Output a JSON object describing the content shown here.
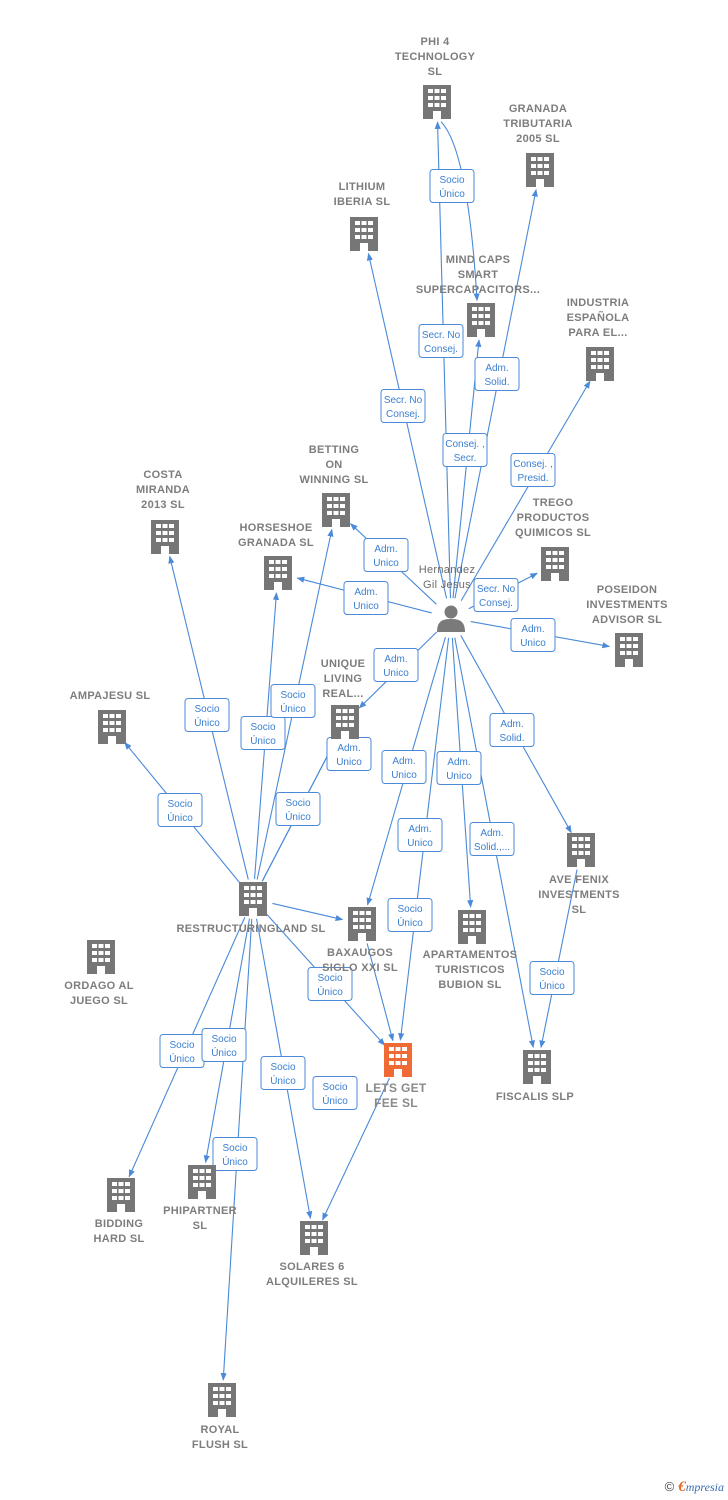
{
  "colors": {
    "edge": "#4a8ad8",
    "company": "#767676",
    "focus": "#ef6a34",
    "person": "#7a7a7a"
  },
  "nodes": [
    {
      "id": "phi4",
      "type": "company",
      "label": [
        "PHI 4",
        "TECHNOLOGY",
        "SL"
      ]
    },
    {
      "id": "granada",
      "type": "company",
      "label": [
        "GRANADA",
        "TRIBUTARIA",
        "2005 SL"
      ]
    },
    {
      "id": "lithium",
      "type": "company",
      "label": [
        "LITHIUM",
        "IBERIA  SL"
      ]
    },
    {
      "id": "mindcaps",
      "type": "company",
      "label": [
        "MIND CAPS",
        "SMART",
        "SUPERCAPACITORS..."
      ]
    },
    {
      "id": "industria",
      "type": "company",
      "label": [
        "INDUSTRIA",
        "ESPAÑOLA",
        "PARA EL..."
      ]
    },
    {
      "id": "betting",
      "type": "company",
      "label": [
        "BETTING",
        "ON",
        "WINNING  SL"
      ]
    },
    {
      "id": "costa",
      "type": "company",
      "label": [
        "COSTA",
        "MIRANDA",
        "2013  SL"
      ]
    },
    {
      "id": "horseshoe",
      "type": "company",
      "label": [
        "HORSESHOE",
        "GRANADA  SL"
      ]
    },
    {
      "id": "trego",
      "type": "company",
      "label": [
        "TREGO",
        "PRODUCTOS",
        "QUIMICOS  SL"
      ]
    },
    {
      "id": "person",
      "type": "person",
      "label": [
        "Hernandez",
        "Gil Jesus"
      ]
    },
    {
      "id": "poseidon",
      "type": "company",
      "label": [
        "POSEIDON",
        "INVESTMENTS",
        "ADVISOR  SL"
      ]
    },
    {
      "id": "unique",
      "type": "company",
      "label": [
        "UNIQUE",
        "LIVING",
        "REAL..."
      ]
    },
    {
      "id": "ampajesu",
      "type": "company",
      "label": [
        "AMPAJESU  SL"
      ]
    },
    {
      "id": "avefenix",
      "type": "company",
      "label": [
        "AVE FENIX",
        "INVESTMENTS",
        "SL"
      ]
    },
    {
      "id": "restructuring",
      "type": "company",
      "label": [
        "RESTRUCTURINGLAND SL"
      ]
    },
    {
      "id": "baxaugos",
      "type": "company",
      "label": [
        "BAXAUGOS",
        "SIGLO XXI SL"
      ]
    },
    {
      "id": "apartamentos",
      "type": "company",
      "label": [
        "APARTAMENTOS",
        "TURISTICOS",
        "BUBION SL"
      ]
    },
    {
      "id": "ordago",
      "type": "company",
      "label": [
        "ORDAGO AL",
        "JUEGO  SL"
      ]
    },
    {
      "id": "letsget",
      "type": "focus",
      "label": [
        "LETS GET",
        "FEE  SL"
      ]
    },
    {
      "id": "fiscalis",
      "type": "company",
      "label": [
        "FISCALIS  SLP"
      ]
    },
    {
      "id": "bidding",
      "type": "company",
      "label": [
        "BIDDING",
        "HARD  SL"
      ]
    },
    {
      "id": "phipartner",
      "type": "company",
      "label": [
        "PHIPARTNER",
        "SL"
      ]
    },
    {
      "id": "solares",
      "type": "company",
      "label": [
        "SOLARES 6",
        "ALQUILERES SL"
      ]
    },
    {
      "id": "royal",
      "type": "company",
      "label": [
        "ROYAL",
        "FLUSH  SL"
      ]
    }
  ],
  "edges": [
    {
      "from": "person",
      "to": "phi4",
      "label": [
        "Secr.  No",
        "Consej."
      ]
    },
    {
      "from": "phi4",
      "to": "mindcaps",
      "label": [
        "Socio",
        "Único"
      ]
    },
    {
      "from": "person",
      "to": "granada",
      "label": [
        "Adm.",
        "Solid."
      ]
    },
    {
      "from": "person",
      "to": "lithium",
      "label": [
        "Secr.  No",
        "Consej."
      ]
    },
    {
      "from": "person",
      "to": "mindcaps",
      "label": [
        "Consej. ,",
        "Secr."
      ]
    },
    {
      "from": "person",
      "to": "industria",
      "label": [
        "Consej. ,",
        "Presid."
      ]
    },
    {
      "from": "person",
      "to": "betting",
      "label": [
        "Adm.",
        "Unico"
      ]
    },
    {
      "from": "person",
      "to": "horseshoe",
      "label": [
        "Adm.",
        "Unico"
      ]
    },
    {
      "from": "person",
      "to": "trego",
      "label": [
        "Secr.  No",
        "Consej."
      ]
    },
    {
      "from": "person",
      "to": "poseidon",
      "label": [
        "Adm.",
        "Unico"
      ]
    },
    {
      "from": "person",
      "to": "unique",
      "label": [
        "Adm.",
        "Unico"
      ]
    },
    {
      "from": "person",
      "to": "avefenix",
      "label": [
        "Adm.",
        "Solid."
      ]
    },
    {
      "from": "person",
      "to": "baxaugos",
      "label": [
        "Adm.",
        "Unico"
      ]
    },
    {
      "from": "person",
      "to": "apartamentos",
      "label": [
        "Adm.",
        "Unico"
      ]
    },
    {
      "from": "person",
      "to": "letsget",
      "label": [
        "Adm.",
        "Unico"
      ]
    },
    {
      "from": "person",
      "to": "fiscalis",
      "label": [
        "Adm.",
        "Solid.,..."
      ]
    },
    {
      "from": "restructuring",
      "to": "costa",
      "label": [
        "Socio",
        "Único"
      ]
    },
    {
      "from": "restructuring",
      "to": "horseshoe",
      "label": [
        "Socio",
        "Único"
      ]
    },
    {
      "from": "restructuring",
      "to": "betting",
      "label": [
        "Socio",
        "Único"
      ]
    },
    {
      "from": "restructuring",
      "to": "unique",
      "label": [
        "Socio",
        "Único"
      ]
    },
    {
      "from": "restructuring",
      "to": "unique",
      "label": [
        "Adm.",
        "Unico"
      ]
    },
    {
      "from": "restructuring",
      "to": "ampajesu",
      "label": [
        "Socio",
        "Único"
      ]
    },
    {
      "from": "restructuring",
      "to": "baxaugos",
      "label": []
    },
    {
      "from": "restructuring",
      "to": "letsget",
      "label": [
        "Socio",
        "Único"
      ]
    },
    {
      "from": "restructuring",
      "to": "bidding",
      "label": [
        "Socio",
        "Único"
      ]
    },
    {
      "from": "restructuring",
      "to": "phipartner",
      "label": [
        "Socio",
        "Único"
      ]
    },
    {
      "from": "restructuring",
      "to": "solares",
      "label": [
        "Socio",
        "Único"
      ]
    },
    {
      "from": "restructuring",
      "to": "royal",
      "label": [
        "Socio",
        "Único"
      ]
    },
    {
      "from": "baxaugos",
      "to": "letsget",
      "label": [
        "Socio",
        "Único"
      ]
    },
    {
      "from": "letsget",
      "to": "solares",
      "label": [
        "Socio",
        "Único"
      ]
    },
    {
      "from": "avefenix",
      "to": "fiscalis",
      "label": [
        "Socio",
        "Único"
      ]
    }
  ],
  "brand": {
    "copyright": "©",
    "initial": "€",
    "name": "mpresia"
  }
}
